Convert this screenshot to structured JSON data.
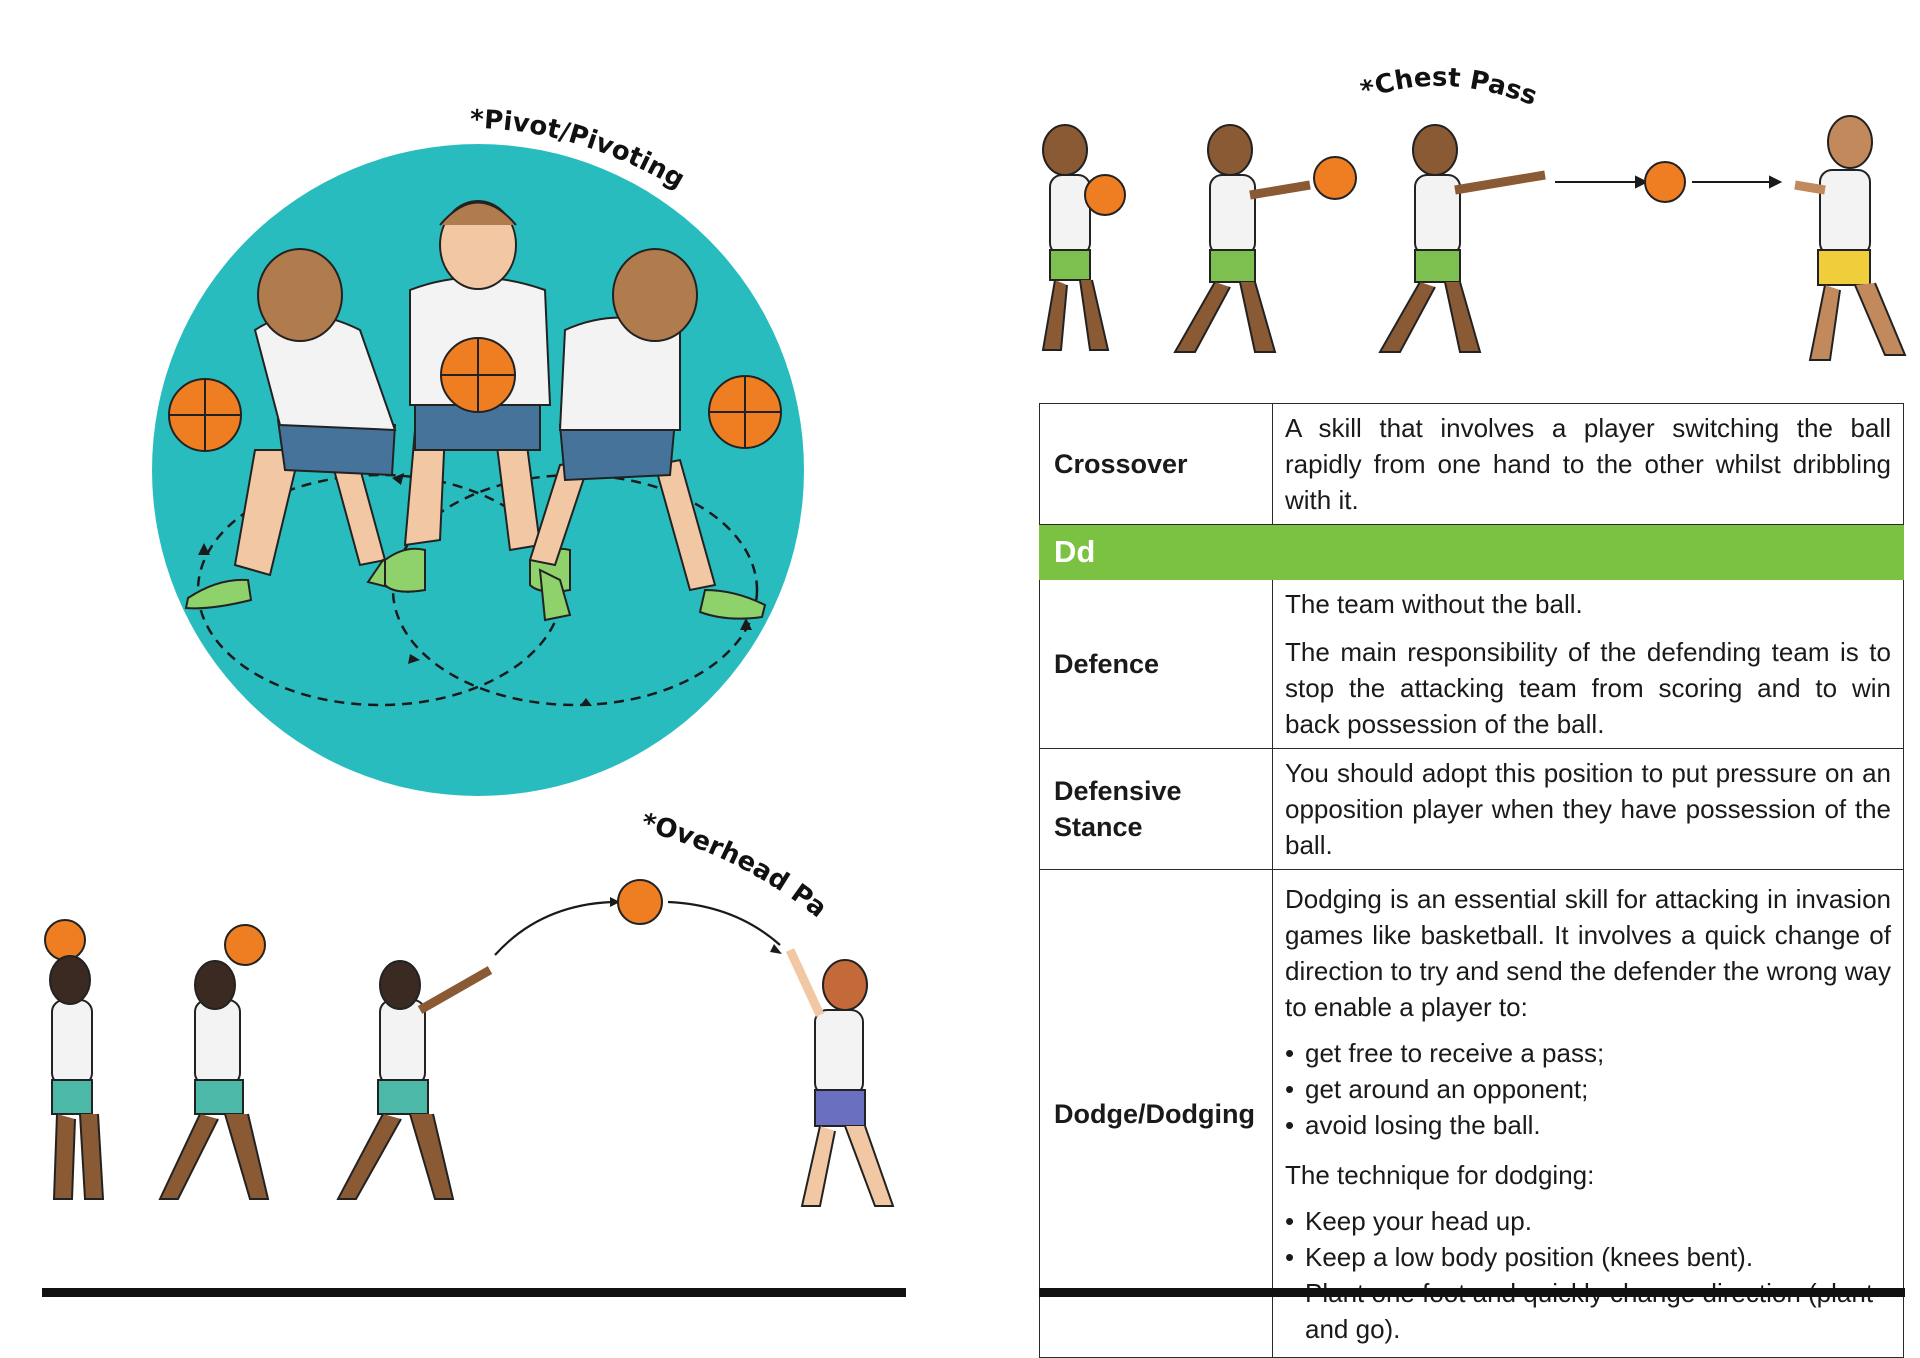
{
  "illustrations": {
    "pivot_caption": "*Pivot/Pivoting",
    "chest_caption": "*Chest Pass",
    "overhead_caption": "*Overhead Pass"
  },
  "colors": {
    "circle": "#29bcbf",
    "ball": "#ef7d22",
    "section_bar": "#7cc242",
    "shirt": "#f3f3f3",
    "shorts_blue": "#3c6a8c",
    "shorts_green": "#7dc050",
    "shorts_yellow": "#f0cd3a",
    "shorts_teal": "#4bb8a8"
  },
  "glossary": {
    "crossover": {
      "term": "Crossover",
      "definition": "A skill that involves a player switching the ball rapidly from one hand to the other whilst dribbling with it."
    },
    "section_letter": "Dd",
    "defence": {
      "term": "Defence",
      "definition_1": "The team without the ball.",
      "definition_2": "The main responsibility of the defending team is to stop the attacking team from scoring and to win back possession of the ball."
    },
    "defensive_stance": {
      "term": "Defensive Stance",
      "definition": "You should adopt this position to put pressure on an opposition player when they have possession of the ball."
    },
    "dodge": {
      "term": "Dodge/Dodging",
      "intro": "Dodging is an essential skill for attacking in invasion games like basketball. It involves a quick change of direction to try and send the defender the wrong way to enable a player to:",
      "bullets": [
        "get free to receive a pass;",
        "get around an opponent;",
        "avoid losing the ball."
      ],
      "technique_heading": "The technique for dodging:",
      "technique": [
        "Keep your head up.",
        "Keep a low body position (knees bent).",
        "Plant one foot and quickly change direction (plant and go)."
      ]
    }
  }
}
